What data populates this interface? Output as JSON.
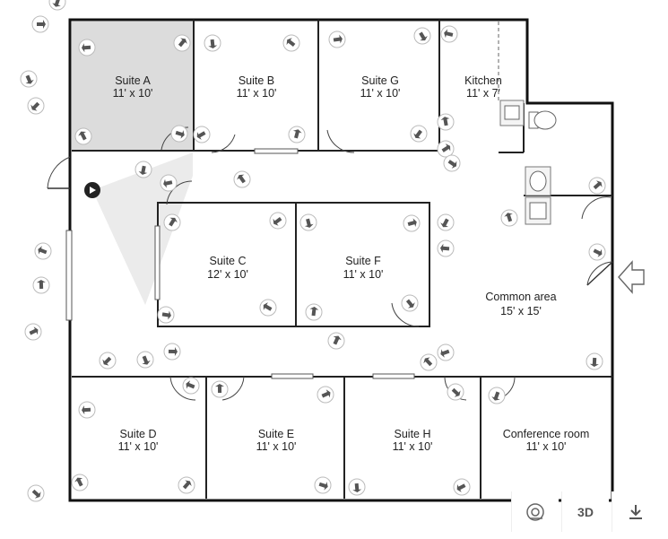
{
  "rooms": [
    {
      "id": "suite-a",
      "name": "Suite A",
      "dims": "11' x 10'",
      "selected": true
    },
    {
      "id": "suite-b",
      "name": "Suite B",
      "dims": "11' x 10'"
    },
    {
      "id": "suite-g",
      "name": "Suite G",
      "dims": "11' x 10'"
    },
    {
      "id": "kitchen",
      "name": "Kitchen",
      "dims": "11' x 7'"
    },
    {
      "id": "suite-c",
      "name": "Suite C",
      "dims": "12' x 10'"
    },
    {
      "id": "suite-f",
      "name": "Suite F",
      "dims": "11' x 10'"
    },
    {
      "id": "common-area",
      "name": "Common area",
      "dims": "15' x 15'"
    },
    {
      "id": "suite-d",
      "name": "Suite D",
      "dims": "11' x 10'"
    },
    {
      "id": "suite-e",
      "name": "Suite E",
      "dims": "11' x 10'"
    },
    {
      "id": "suite-h",
      "name": "Suite H",
      "dims": "11' x 10'"
    },
    {
      "id": "conference-room",
      "name": "Conference room",
      "dims": "11' x 10'"
    }
  ],
  "toolbar": {
    "view_3d_label": "3D",
    "buttons": [
      "panorama-button",
      "view-3d-button",
      "download-button"
    ]
  },
  "colors": {
    "selected_room": "#dcdcdc",
    "wall": "#111111",
    "marker_border": "#bbbbbb",
    "marker_glyph": "#555555",
    "view_cone": "#e6e6e6"
  },
  "markers": {
    "icon": "camera-viewpoint-icon"
  },
  "entrance": {
    "icon": "entrance-arrow-icon"
  }
}
